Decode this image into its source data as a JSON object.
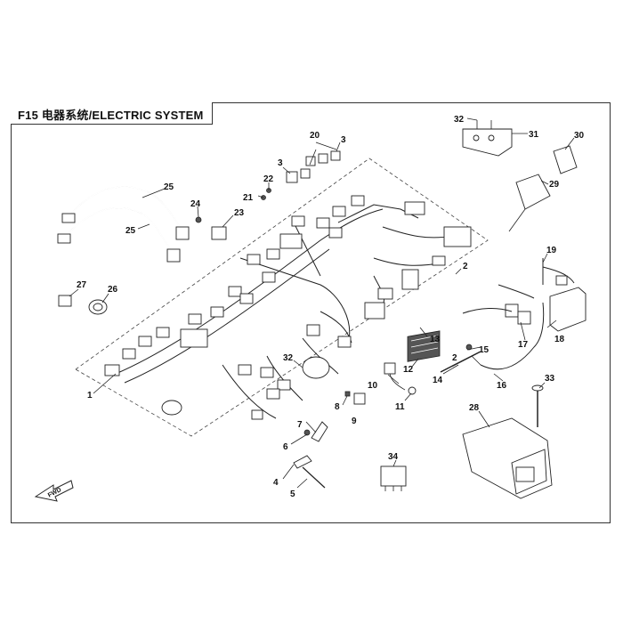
{
  "title": "F15 电器系统/ELECTRIC SYSTEM",
  "fwd_label": "FWD",
  "callouts": [
    {
      "id": "c1",
      "label": "1"
    },
    {
      "id": "c2",
      "label": "2"
    },
    {
      "id": "c2b",
      "label": "2"
    },
    {
      "id": "c3",
      "label": "3"
    },
    {
      "id": "c3b",
      "label": "3"
    },
    {
      "id": "c4",
      "label": "4"
    },
    {
      "id": "c5",
      "label": "5"
    },
    {
      "id": "c6",
      "label": "6"
    },
    {
      "id": "c7",
      "label": "7"
    },
    {
      "id": "c8",
      "label": "8"
    },
    {
      "id": "c9",
      "label": "9"
    },
    {
      "id": "c10",
      "label": "10"
    },
    {
      "id": "c11",
      "label": "11"
    },
    {
      "id": "c12",
      "label": "12"
    },
    {
      "id": "c13",
      "label": "13"
    },
    {
      "id": "c14",
      "label": "14"
    },
    {
      "id": "c15",
      "label": "15"
    },
    {
      "id": "c16",
      "label": "16"
    },
    {
      "id": "c17",
      "label": "17"
    },
    {
      "id": "c18",
      "label": "18"
    },
    {
      "id": "c19",
      "label": "19"
    },
    {
      "id": "c20",
      "label": "20"
    },
    {
      "id": "c21",
      "label": "21"
    },
    {
      "id": "c22",
      "label": "22"
    },
    {
      "id": "c23",
      "label": "23"
    },
    {
      "id": "c24",
      "label": "24"
    },
    {
      "id": "c25",
      "label": "25"
    },
    {
      "id": "c25b",
      "label": "25"
    },
    {
      "id": "c26",
      "label": "26"
    },
    {
      "id": "c27",
      "label": "27"
    },
    {
      "id": "c28",
      "label": "28"
    },
    {
      "id": "c29",
      "label": "29"
    },
    {
      "id": "c30",
      "label": "30"
    },
    {
      "id": "c31",
      "label": "31"
    },
    {
      "id": "c32",
      "label": "32"
    },
    {
      "id": "c32b",
      "label": "32"
    },
    {
      "id": "c33",
      "label": "33"
    },
    {
      "id": "c34",
      "label": "34"
    }
  ]
}
